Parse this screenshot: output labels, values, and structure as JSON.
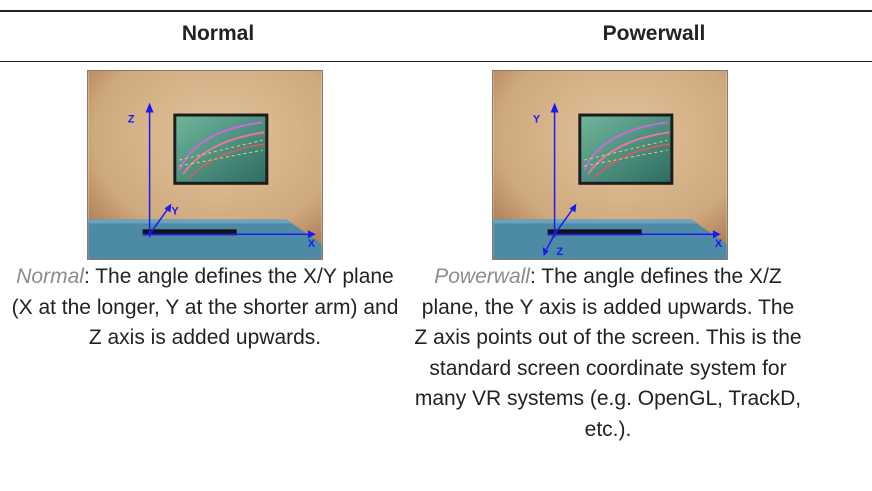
{
  "table": {
    "headers": [
      "Normal",
      "Powerwall"
    ],
    "normal": {
      "term": "Normal",
      "text": ": The angle defines the X/Y plane (X at the longer, Y at the shorter arm) and Z axis is added upwards.",
      "axis_labels": {
        "up": "Z",
        "short": "Y",
        "long": "X"
      }
    },
    "powerwall": {
      "term": "Powerwall",
      "text": ": The angle defines the X/Z plane, the Y axis is added upwards. The Z axis points out of the screen. This is the standard screen coordinate system for many VR systems (e.g. OpenGL, TrackD, etc.).",
      "axis_labels": {
        "up": "Y",
        "short": "Z",
        "long": "X"
      }
    }
  },
  "colors": {
    "wall": "#d9b88f",
    "table_top": "#4d8aa6",
    "axis": "#1a1aee",
    "rule": "#222222",
    "term": "#8c8c8c"
  }
}
